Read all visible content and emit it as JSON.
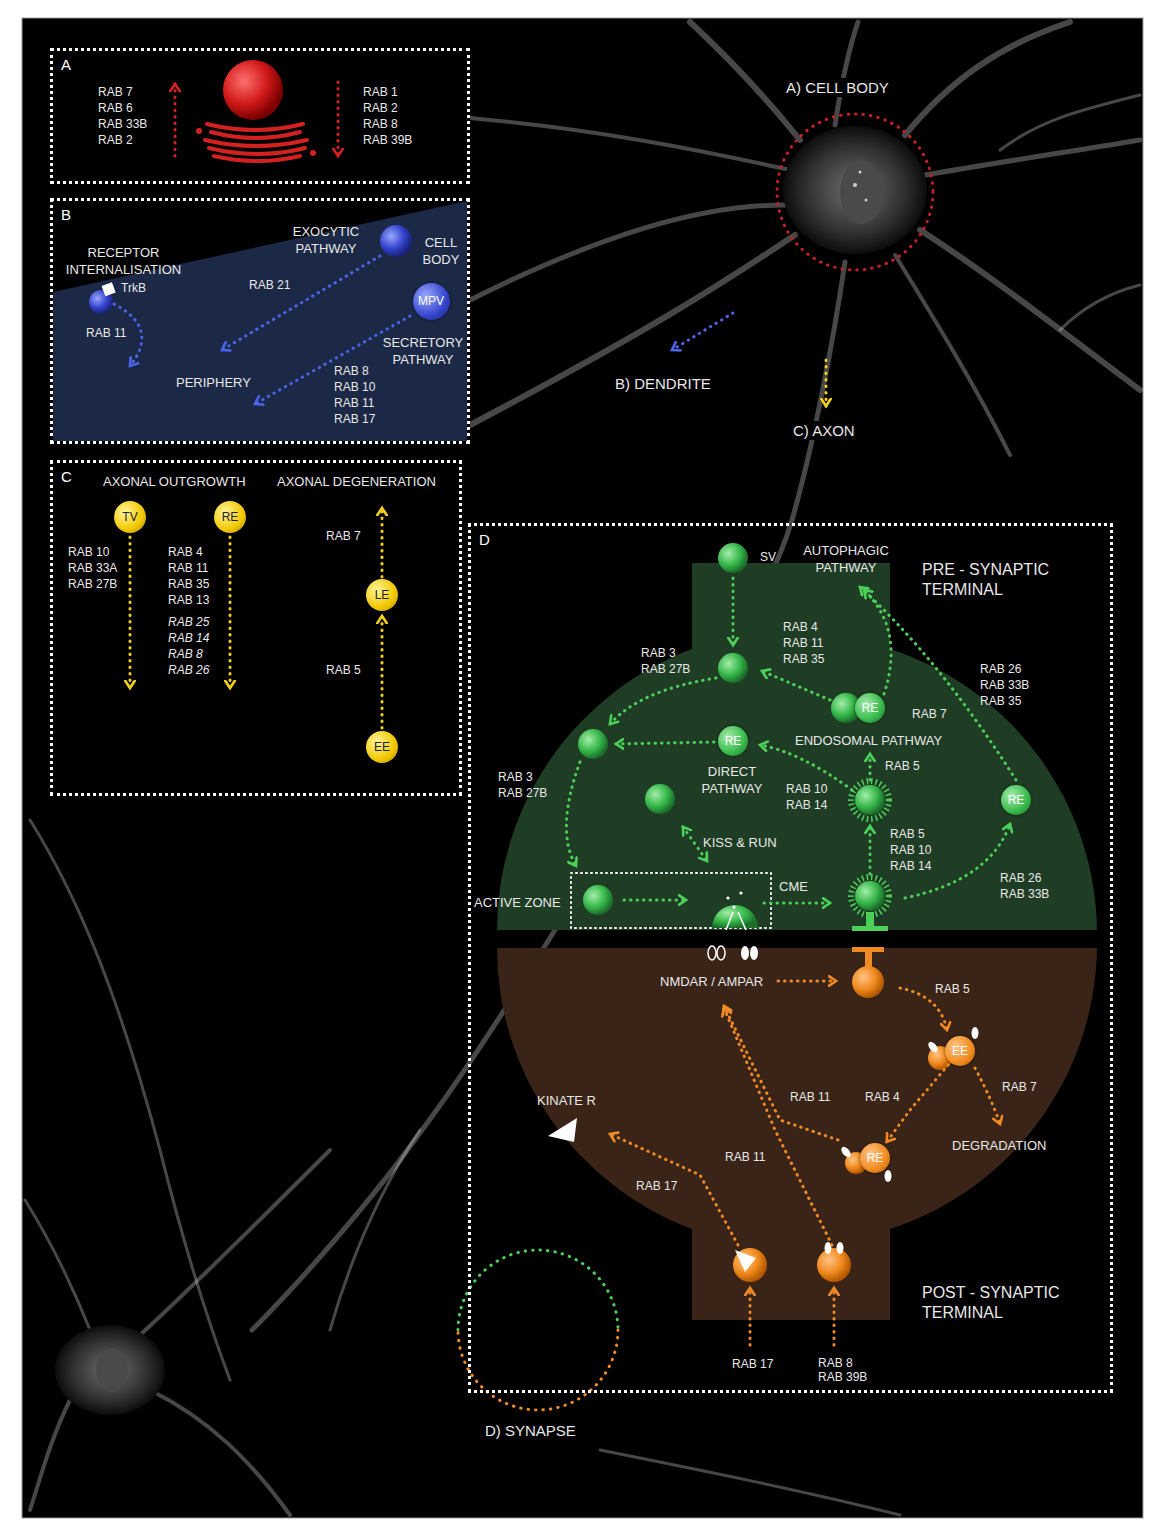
{
  "diagram": {
    "nodes": [
      {
        "text": [
          "A"
        ]
      },
      {
        "text": [
          "B"
        ]
      },
      {
        "text": [
          "MPV"
        ],
        "in": 1
      },
      {
        "text": [
          "C"
        ]
      },
      {
        "text": [
          "TV"
        ],
        "in": 3
      },
      {
        "text": [
          "RE"
        ],
        "in": 3
      },
      {
        "text": [
          "LE"
        ],
        "in": 3
      },
      {
        "text": [
          "EE"
        ],
        "in": 3
      },
      {
        "text": [
          "D"
        ]
      },
      {
        "text": [
          "RE"
        ],
        "in": 8
      },
      {
        "text": [
          "RE"
        ],
        "in": 8
      },
      {
        "text": [
          "RE"
        ],
        "in": 8
      },
      {
        "text": [
          "EE"
        ],
        "in": 8
      },
      {
        "text": [
          "RE"
        ],
        "in": 8
      }
    ],
    "edges": [
      {
        "from": 7,
        "to": 6,
        "label": "RAB 5",
        "arrow": "to"
      },
      {
        "from": 12,
        "to": 13,
        "label": "RAB 4",
        "arrow": "to"
      }
    ],
    "labels": [
      "RAB 7",
      "RAB 6",
      "RAB 33B",
      "RAB 2",
      "RAB 1",
      "RAB 2",
      "RAB 8",
      "RAB 39B",
      "A) CELL BODY",
      "RECEPTOR INTERNALISATION",
      "EXOCYTIC PATHWAY",
      "CELL BODY",
      "TrkB",
      "RAB 21",
      "RAB 11",
      "SECRETORY PATHWAY",
      "PERIPHERY",
      "RAB 8",
      "RAB 10",
      "RAB 11",
      "RAB 17",
      "B) DENDRITE",
      "C) AXON",
      "AXONAL OUTGROWTH",
      "AXONAL DEGENERATION",
      "RAB 10",
      "RAB 33A",
      "RAB 27B",
      "RAB 4",
      "RAB 11",
      "RAB 35",
      "RAB 13",
      "RAB 25",
      "RAB 14",
      "RAB 8",
      "RAB 26",
      "RAB 7",
      "SV",
      "AUTOPHAGIC PATHWAY",
      "PRE - SYNAPTIC TERMINAL",
      "RAB 4",
      "RAB 11",
      "RAB 35",
      "RAB 3",
      "RAB 27B",
      "RAB 26",
      "RAB 33B",
      "RAB 35",
      "RAB 7",
      "ENDOSOMAL PATHWAY",
      "RAB 5",
      "DIRECT PATHWAY",
      "RAB 10",
      "RAB 14",
      "RAB 3",
      "RAB 27B",
      "KISS & RUN",
      "RAB 5",
      "RAB 10",
      "RAB 14",
      "RAB 26",
      "RAB 33B",
      "ACTIVE ZONE",
      "CME",
      "NMDAR / AMPAR",
      "RAB 5",
      "RAB 7",
      "KINATE R",
      "RAB 11",
      "DEGRADATION",
      "RAB 11",
      "RAB 17",
      "POST - SYNAPTIC TERMINAL",
      "RAB 17",
      "RAB 8",
      "RAB 39B",
      "D) SYNAPSE"
    ]
  }
}
